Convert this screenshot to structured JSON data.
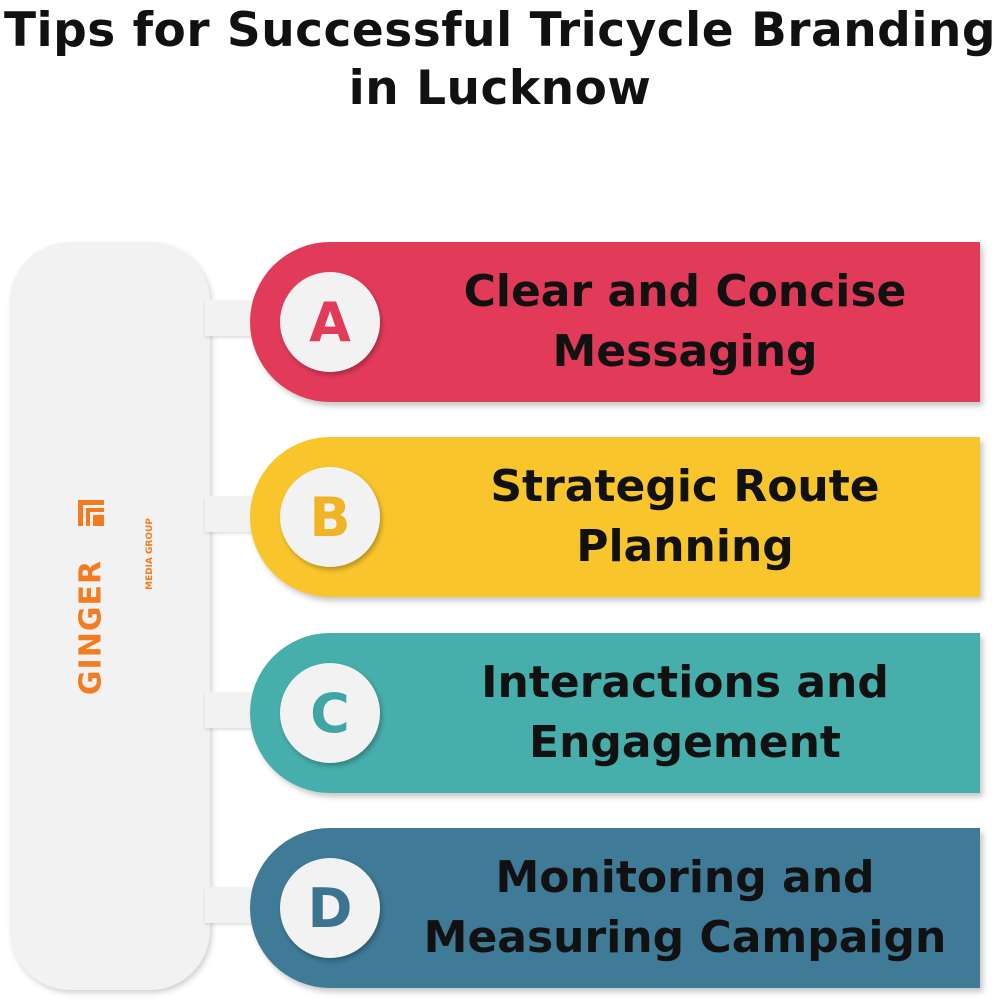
{
  "title": "Tips for Successful Tricycle Branding in Lucknow",
  "logo": {
    "name": "GINGER",
    "subtitle": "MEDIA GROUP",
    "color": "#f47b20"
  },
  "panel_color": "#f2f2f2",
  "tips": [
    {
      "letter": "A",
      "text": "Clear and Concise Messaging",
      "color": "#e23b5a"
    },
    {
      "letter": "B",
      "text": "Strategic Route Planning",
      "color": "#f8c52c"
    },
    {
      "letter": "C",
      "text": "Interactions and Engagement",
      "color": "#46aeab"
    },
    {
      "letter": "D",
      "text": "Monitoring and Measuring Campaign",
      "color": "#3f7a97"
    }
  ]
}
